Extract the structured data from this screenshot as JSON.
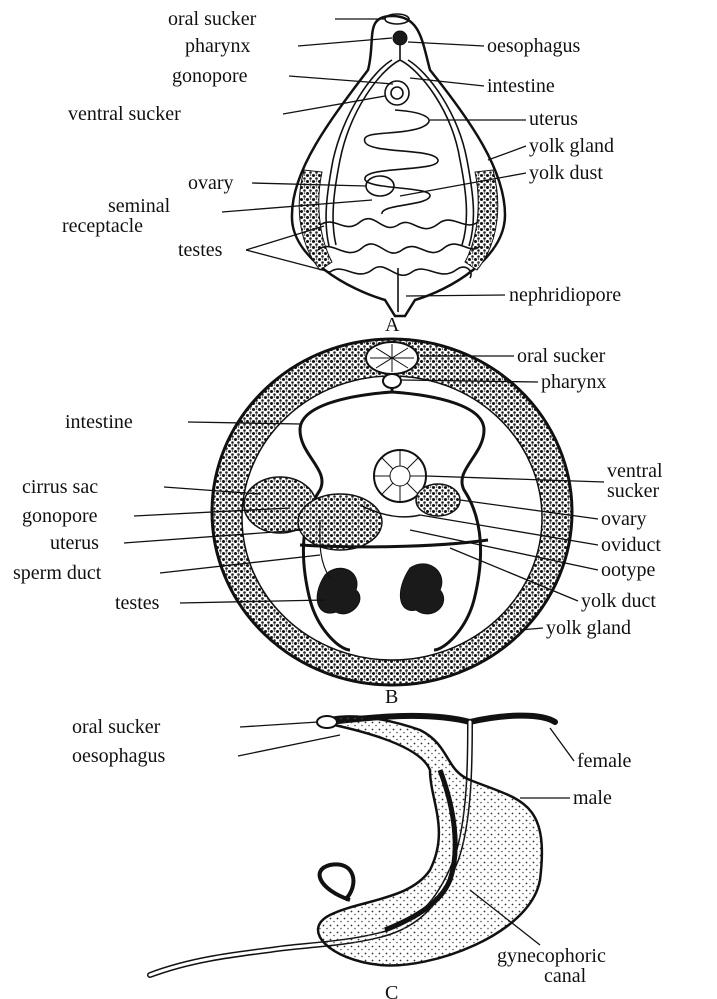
{
  "panels": {
    "a": {
      "letter": "A",
      "labels": {
        "oral_sucker": "oral sucker",
        "pharynx": "pharynx",
        "oesophagus": "oesophagus",
        "gonopore": "gonopore",
        "intestine": "intestine",
        "ventral_sucker": "ventral sucker",
        "uterus": "uterus",
        "yolk_gland": "yolk gland",
        "ovary": "ovary",
        "yolk_dust": "yolk dust",
        "seminal_1": "seminal",
        "seminal_2": "receptacle",
        "testes": "testes",
        "nephridiopore": "nephridiopore"
      }
    },
    "b": {
      "letter": "B",
      "labels": {
        "oral_sucker": "oral sucker",
        "pharynx": "pharynx",
        "intestine": "intestine",
        "ventral_1": "ventral",
        "ventral_2": "sucker",
        "cirrus_sac": "cirrus sac",
        "gonopore": "gonopore",
        "ovary": "ovary",
        "uterus": "uterus",
        "oviduct": "oviduct",
        "sperm_duct": "sperm duct",
        "ootype": "ootype",
        "testes": "testes",
        "yolk_duct": "yolk duct",
        "yolk_gland": "yolk gland"
      }
    },
    "c": {
      "letter": "C",
      "labels": {
        "oral_sucker": "oral sucker",
        "oesophagus": "oesophagus",
        "female": "female",
        "male": "male",
        "gyneco_1": "gynecophoric",
        "gyneco_2": "canal"
      }
    }
  }
}
